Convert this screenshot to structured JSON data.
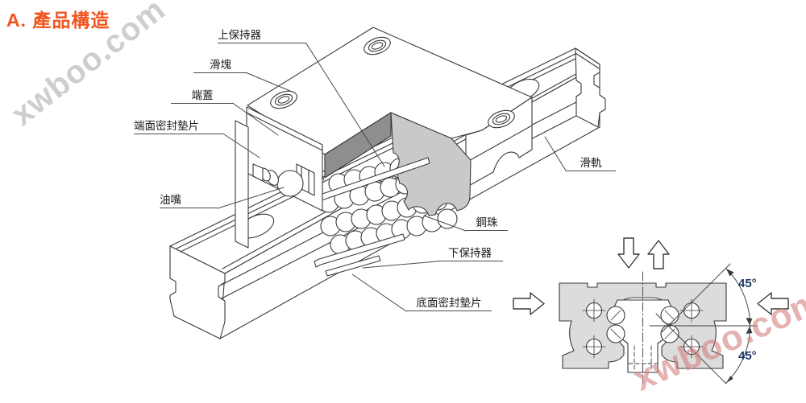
{
  "title": "A. 產品構造",
  "watermarks": {
    "top_left": "xwboo.com",
    "bottom_right": "xwboo.com"
  },
  "diagram": {
    "parts": [
      {
        "id": "upper-retainer",
        "label": "上保持器"
      },
      {
        "id": "slider-block",
        "label": "滑塊"
      },
      {
        "id": "end-cap",
        "label": "端蓋"
      },
      {
        "id": "end-seal",
        "label": "端面密封墊片"
      },
      {
        "id": "grease-nipple",
        "label": "油嘴"
      },
      {
        "id": "rail",
        "label": "滑軌"
      },
      {
        "id": "steel-ball",
        "label": "鋼珠"
      },
      {
        "id": "lower-retainer",
        "label": "下保持器"
      },
      {
        "id": "bottom-seal",
        "label": "底面密封墊片"
      }
    ]
  },
  "cross_section": {
    "angle_top": "45°",
    "angle_bottom": "45°"
  },
  "colors": {
    "title_accent": "#f2541d",
    "line": "#3a3a3a",
    "cut_face_dark": "#8e8e8e",
    "cut_face_light": "#c9c9c9",
    "section_fill": "#dcdcdc",
    "angle_text": "#1f3864",
    "watermark_gray": "#c9c9c9",
    "watermark_red": "#d47f7f"
  }
}
